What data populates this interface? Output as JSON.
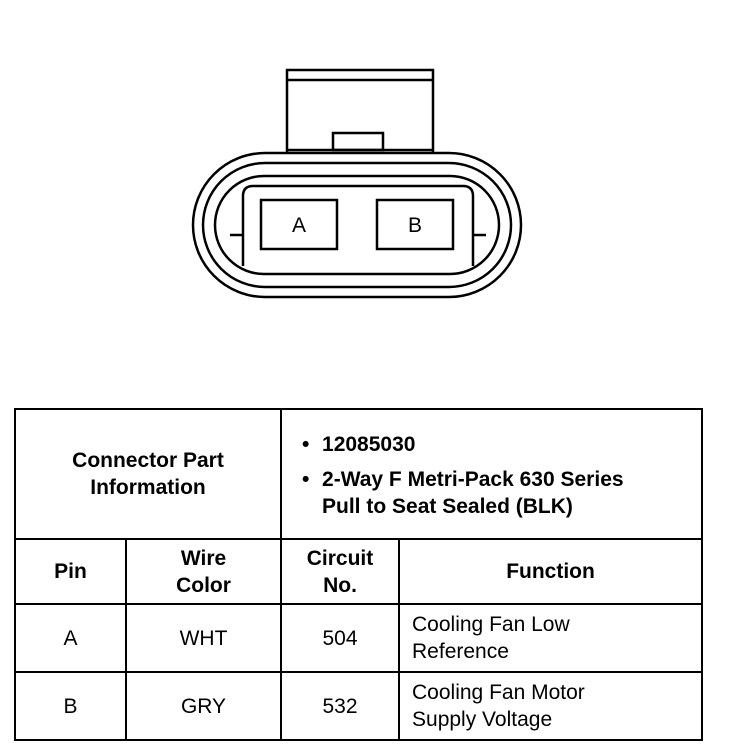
{
  "connector": {
    "pins": [
      "A",
      "B"
    ]
  },
  "part_info": {
    "label": "Connector Part Information",
    "items": [
      "12085030",
      "2-Way F Metri-Pack 630 Series Pull to Seat Sealed (BLK)"
    ]
  },
  "table": {
    "headers": {
      "pin": "Pin",
      "wire_color": "Wire Color",
      "circuit_no": "Circuit No.",
      "function": "Function"
    },
    "rows": [
      {
        "pin": "A",
        "wire_color": "WHT",
        "circuit_no": "504",
        "function": "Cooling Fan Low Reference"
      },
      {
        "pin": "B",
        "wire_color": "GRY",
        "circuit_no": "532",
        "function": "Cooling Fan Motor Supply Voltage"
      }
    ]
  }
}
